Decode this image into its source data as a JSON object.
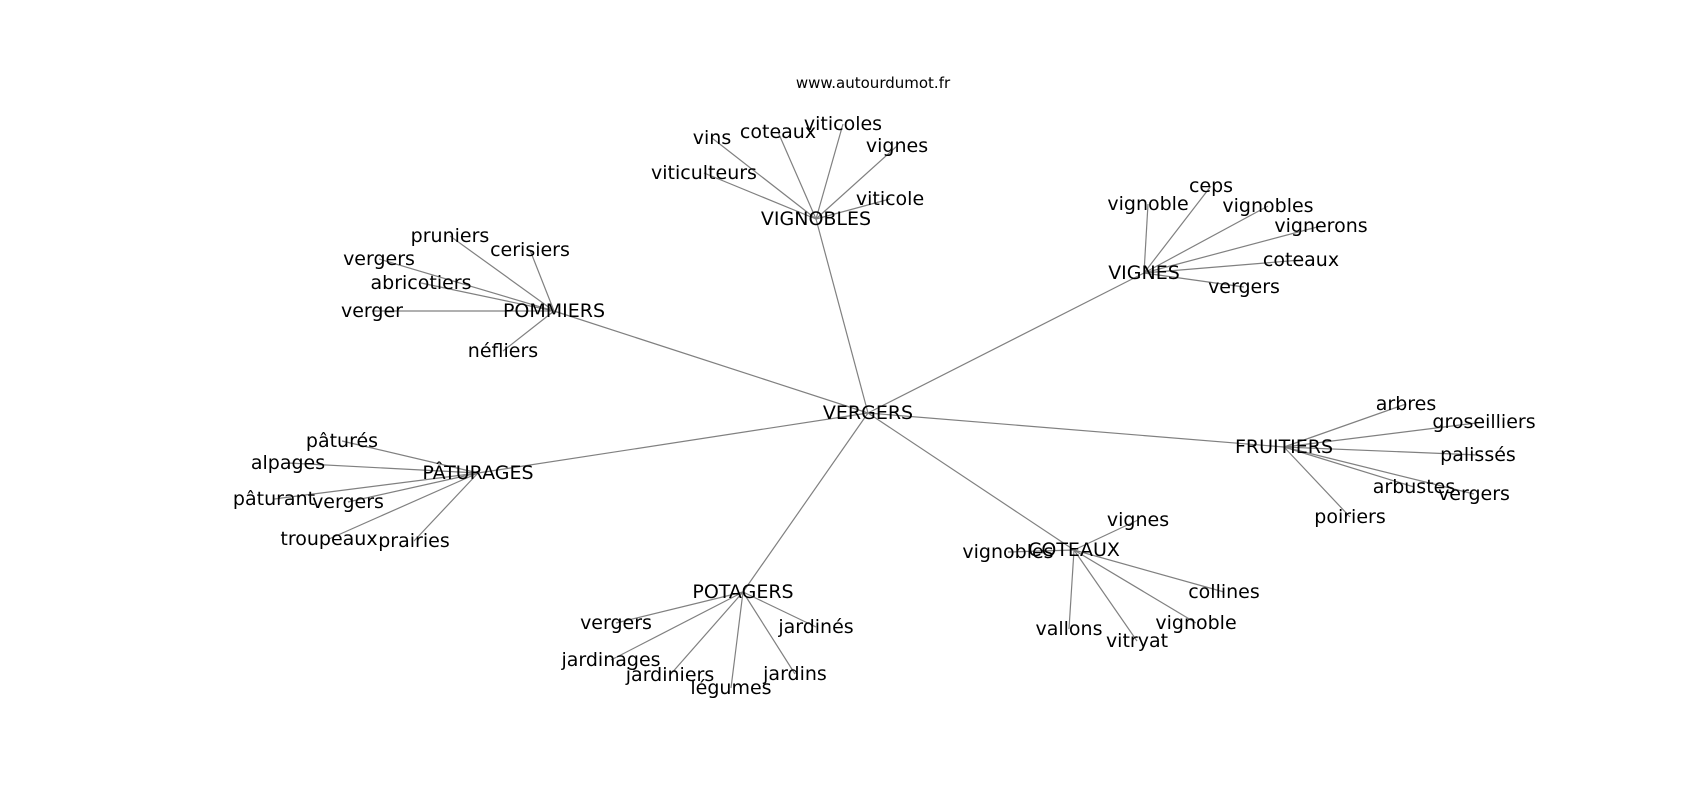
{
  "source": "www.autourdumot.fr",
  "colors": {
    "edge": "#808080",
    "text": "#000000",
    "background": "#ffffff"
  },
  "center": {
    "id": "VERGERS",
    "label": "VERGERS"
  },
  "clusters": [
    {
      "id": "VIGNOBLES",
      "label": "VIGNOBLES",
      "leaves": [
        "vins",
        "coteaux",
        "viticoles",
        "vignes",
        "viticulteurs",
        "viticole"
      ]
    },
    {
      "id": "VIGNES",
      "label": "VIGNES",
      "leaves": [
        "vignoble",
        "ceps",
        "vignobles",
        "vignerons",
        "coteaux",
        "vergers"
      ]
    },
    {
      "id": "POMMIERS",
      "label": "POMMIERS",
      "leaves": [
        "pruniers",
        "cerisiers",
        "vergers",
        "abricotiers",
        "verger",
        "néfliers"
      ]
    },
    {
      "id": "FRUITIERS",
      "label": "FRUITIERS",
      "leaves": [
        "arbres",
        "groseilliers",
        "palissés",
        "arbustes",
        "vergers",
        "poiriers"
      ]
    },
    {
      "id": "PATURAGES",
      "label": "PÂTURAGES",
      "leaves": [
        "pâturés",
        "alpages",
        "pâturant",
        "vergers",
        "troupeaux",
        "prairies"
      ]
    },
    {
      "id": "COTEAUX",
      "label": "COTEAUX",
      "leaves": [
        "vignes",
        "vignobles",
        "collines",
        "vignoble",
        "vallons",
        "vitryat"
      ]
    },
    {
      "id": "POTAGERS",
      "label": "POTAGERS",
      "leaves": [
        "vergers",
        "jardinés",
        "jardinages",
        "jardiniers",
        "légumes",
        "jardins"
      ]
    }
  ]
}
